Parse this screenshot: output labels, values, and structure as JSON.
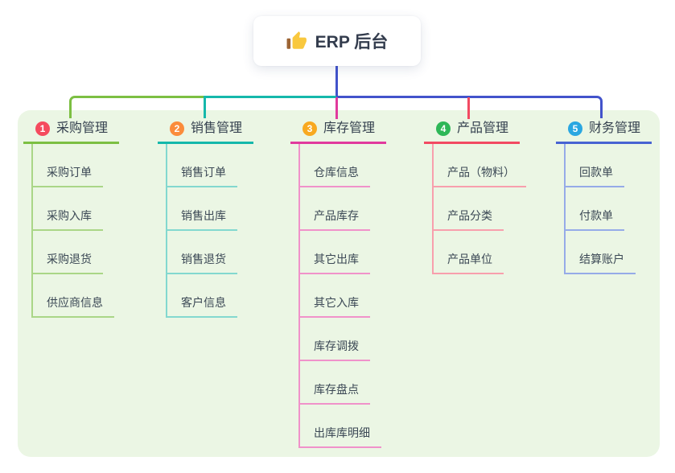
{
  "root": {
    "title": "ERP 后台",
    "icon": "thumbs-up-icon"
  },
  "colors": {
    "root_line": "#4253cb",
    "panel_bg": "#ebf6e4",
    "text": "#3b4855",
    "card_bg": "#ffffff"
  },
  "branches": [
    {
      "badge": "1",
      "badge_color": "#f54b5e",
      "line_color": "#7cbf42",
      "child_line_color": "#aad687",
      "label": "采购管理",
      "children": [
        "采购订单",
        "采购入库",
        "采购退货",
        "供应商信息"
      ]
    },
    {
      "badge": "2",
      "badge_color": "#fb8c3b",
      "line_color": "#15b8ab",
      "child_line_color": "#83d8cf",
      "label": "销售管理",
      "children": [
        "销售订单",
        "销售出库",
        "销售退货",
        "客户信息"
      ]
    },
    {
      "badge": "3",
      "badge_color": "#f8a920",
      "line_color": "#e13a9d",
      "child_line_color": "#f092ca",
      "label": "库存管理",
      "children": [
        "仓库信息",
        "产品库存",
        "其它出库",
        "其它入库",
        "库存调拨",
        "库存盘点",
        "出库库明细"
      ]
    },
    {
      "badge": "4",
      "badge_color": "#2eb757",
      "line_color": "#f24a62",
      "child_line_color": "#f89fad",
      "label": "产品管理",
      "children": [
        "产品（物料）",
        "产品分类",
        "产品单位"
      ]
    },
    {
      "badge": "5",
      "badge_color": "#2aa7e1",
      "line_color": "#4763d2",
      "child_line_color": "#96abe8",
      "label": "财务管理",
      "children": [
        "回款单",
        "付款单",
        "结算账户"
      ]
    }
  ]
}
